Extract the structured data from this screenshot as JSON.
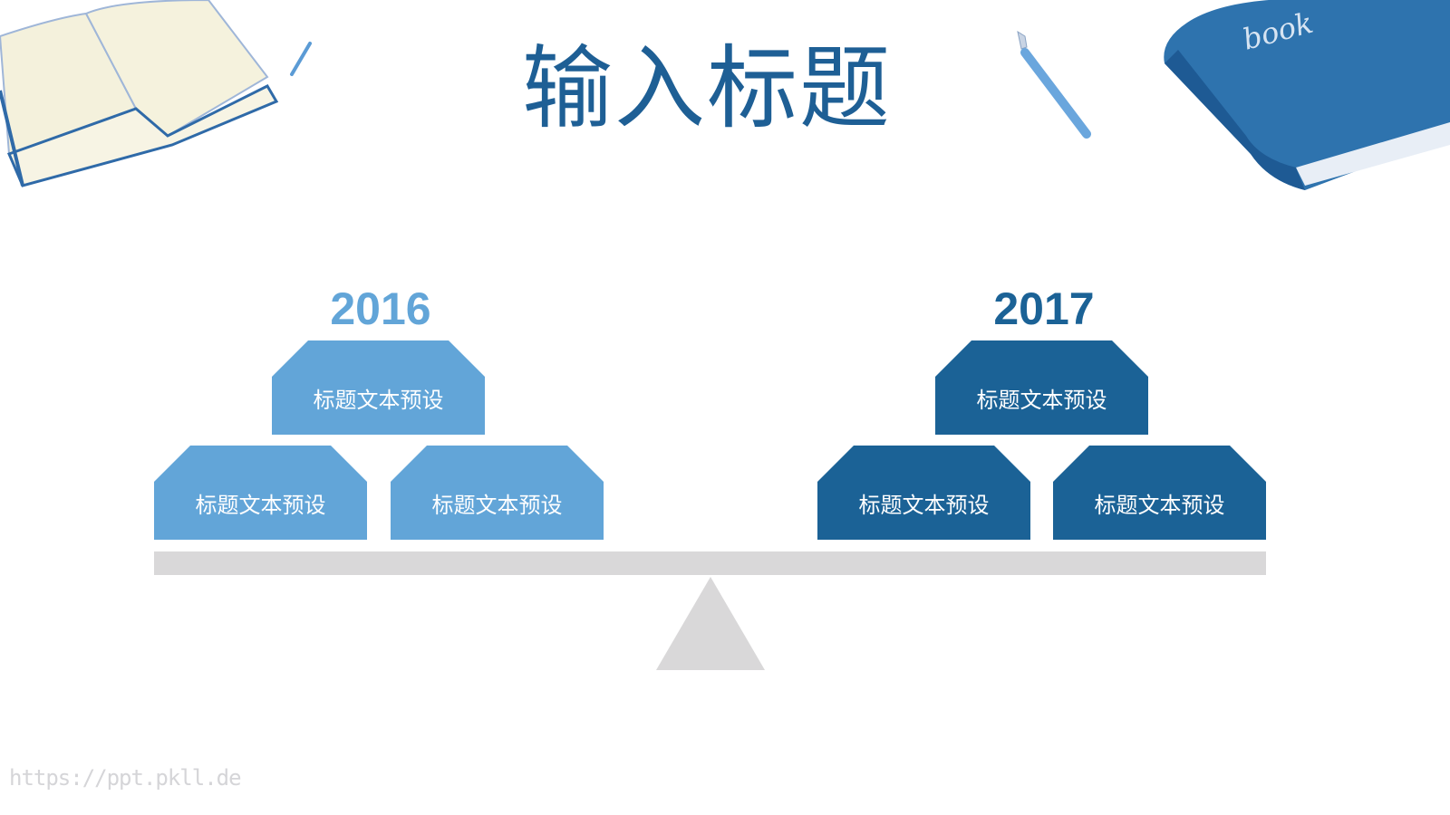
{
  "slide": {
    "title": "输入标题",
    "watermark": "https://ppt.pkll.de",
    "colors": {
      "title": "#1e5f95",
      "light_blue": "#62a5d8",
      "dark_blue": "#1b6296",
      "beam_gray": "#d9d8d9"
    }
  },
  "groups": [
    {
      "year": "2016",
      "color": "#62a5d8",
      "boxes": [
        {
          "label": "标题文本预设"
        },
        {
          "label": "标题文本预设"
        },
        {
          "label": "标题文本预设"
        }
      ]
    },
    {
      "year": "2017",
      "color": "#1b6296",
      "boxes": [
        {
          "label": "标题文本预设"
        },
        {
          "label": "标题文本预设"
        },
        {
          "label": "标题文本预设"
        }
      ]
    }
  ],
  "decorations": {
    "top_left": "open-book-illustration",
    "top_left_small": "pencil-illustration",
    "top_right_pen": "fountain-pen-illustration",
    "top_right_book": "closed-book-illustration",
    "book_cover_text": "book"
  }
}
